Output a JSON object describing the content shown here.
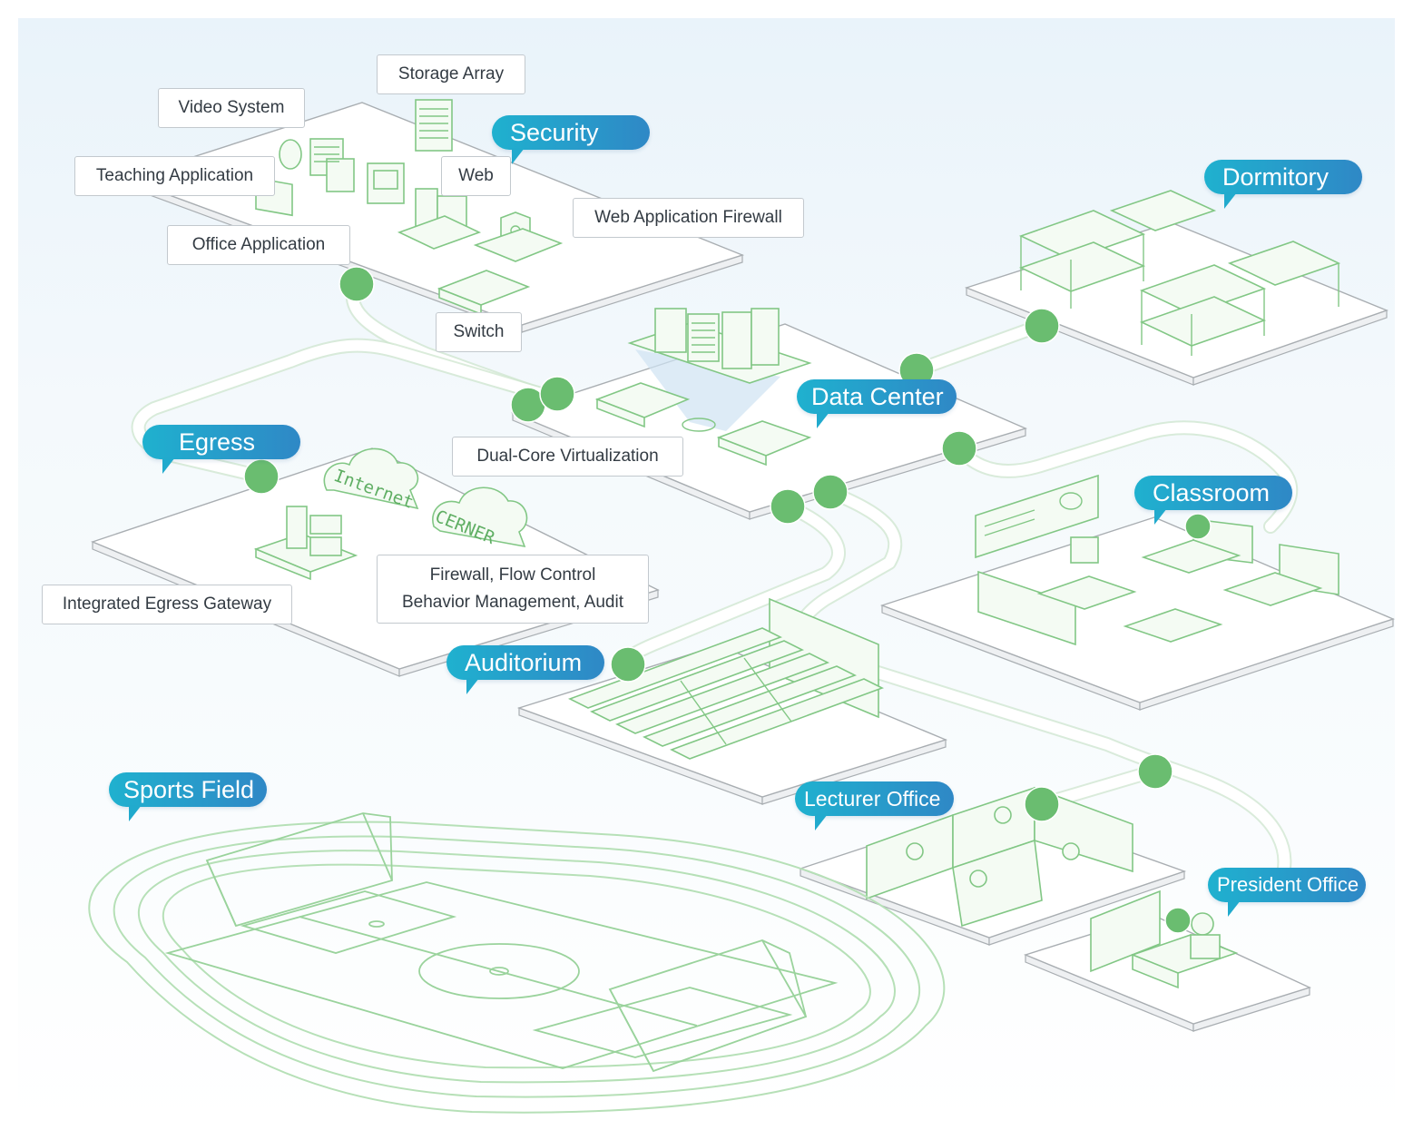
{
  "scenes": {
    "security": "Security",
    "egress": "Egress",
    "data_center": "Data Center",
    "dormitory": "Dormitory",
    "classroom": "Classroom",
    "auditorium": "Auditorium",
    "lecturer_office": "Lecturer Office",
    "president_office": "President Office",
    "sports_field": "Sports Field"
  },
  "labels": {
    "storage_array": "Storage Array",
    "video_system": "Video System",
    "teaching_application": "Teaching Application",
    "web": "Web",
    "web_application_firewall": "Web Application Firewall",
    "office_application": "Office Application",
    "switch": "Switch",
    "dual_core_virtualization": "Dual-Core Virtualization",
    "integrated_egress_gateway": "Integrated Egress Gateway",
    "firewall_line1": "Firewall, Flow Control",
    "firewall_line2": "Behavior Management, Audit"
  },
  "clouds": {
    "internet": "Internet",
    "cerner": "CERNER"
  },
  "colors": {
    "bubble_start": "#1fb1cf",
    "bubble_end": "#2f88c6",
    "node_green": "#6abd70",
    "equipment_green": "#82c785",
    "platform_edge": "#a9aeb2"
  }
}
